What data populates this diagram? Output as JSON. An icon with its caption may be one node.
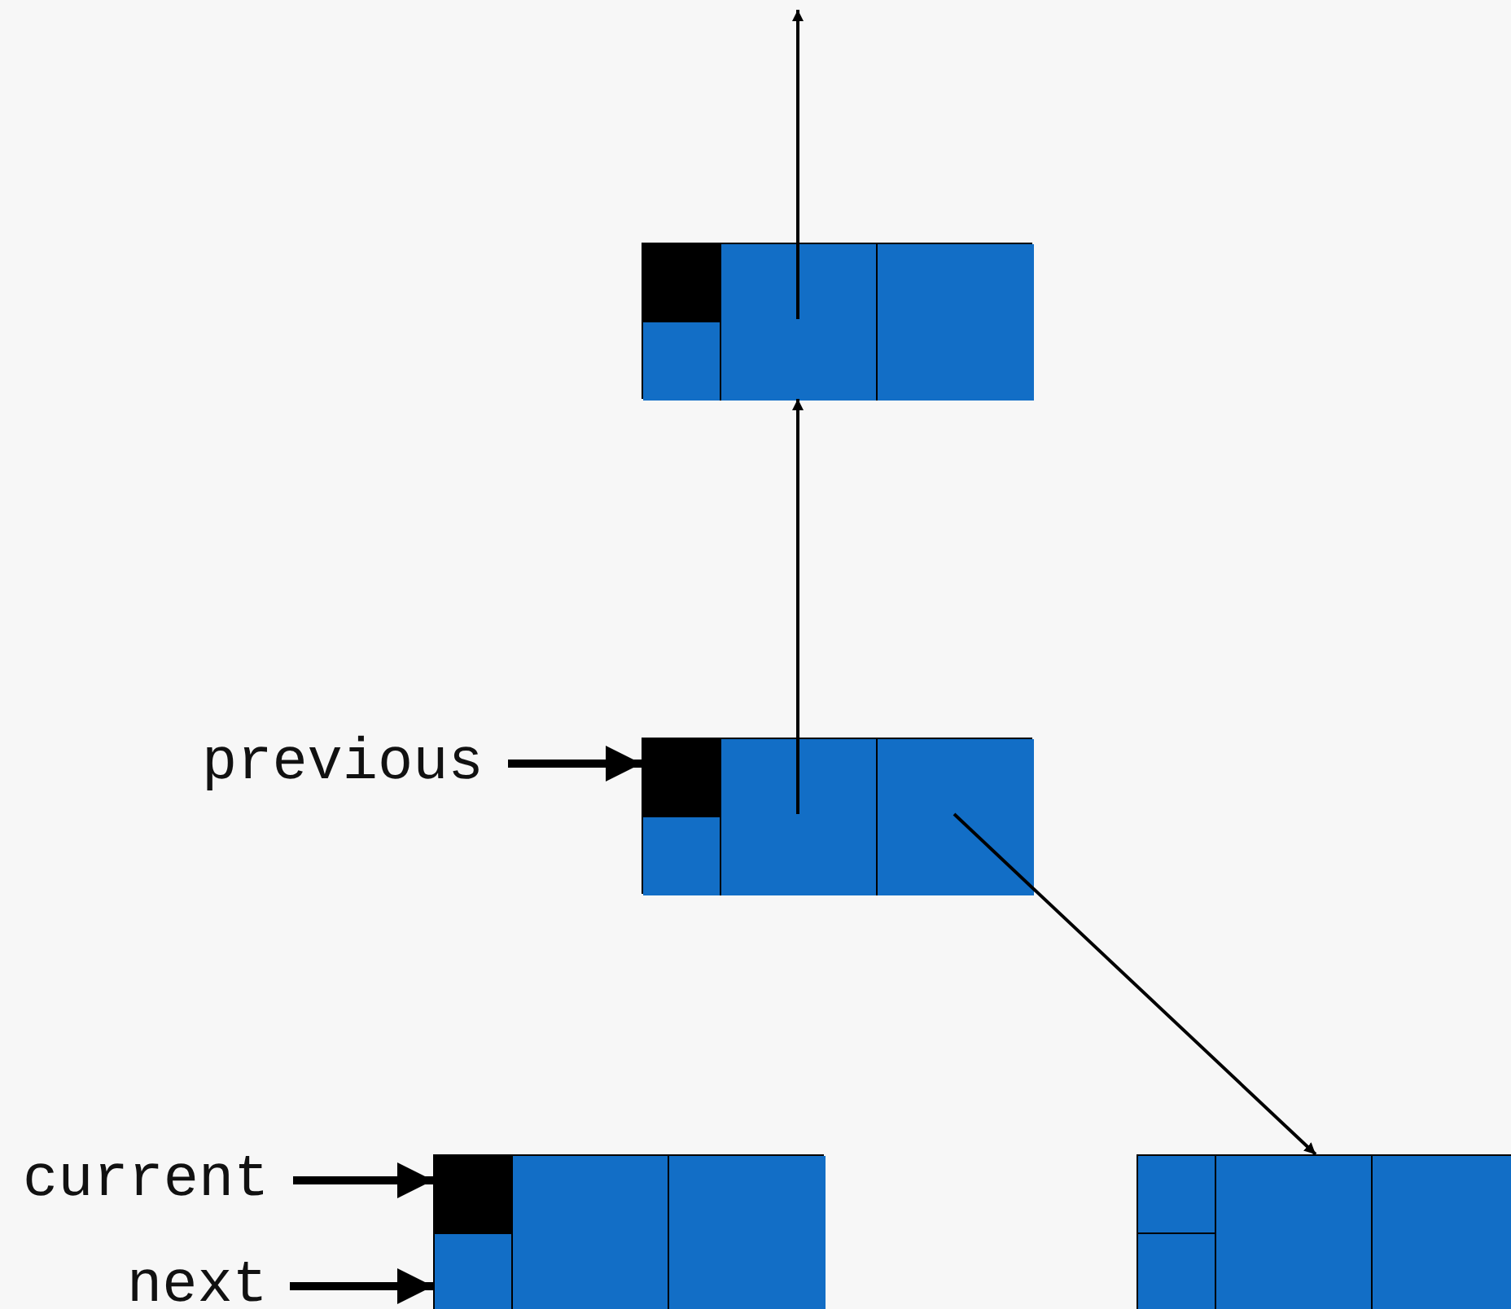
{
  "diagram": {
    "nodes": [
      {
        "text": [],
        "shape": "box"
      },
      {
        "text": [],
        "shape": "box"
      },
      {
        "text": [],
        "shape": "box"
      },
      {
        "text": [],
        "shape": "box"
      },
      {
        "text": [
          "previous"
        ]
      },
      {
        "text": [
          "current"
        ]
      },
      {
        "text": [
          "next"
        ]
      }
    ],
    "edges": [
      {
        "from": 0,
        "to": null,
        "arrow": "to"
      },
      {
        "from": 1,
        "to": 0,
        "arrow": "to"
      },
      {
        "from": 1,
        "to": 3,
        "arrow": "to"
      },
      {
        "from": 4,
        "to": 1,
        "arrow": "to",
        "style": "thick"
      },
      {
        "from": 5,
        "to": 2,
        "arrow": "to",
        "style": "thick"
      },
      {
        "from": 6,
        "to": 2,
        "arrow": "to",
        "style": "thick"
      }
    ]
  }
}
